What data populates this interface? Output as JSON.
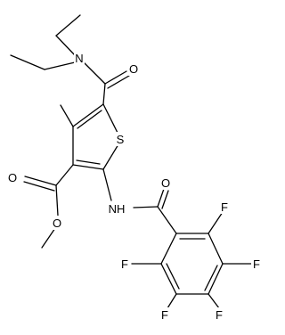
{
  "diagram": {
    "type": "chemical-structure",
    "atom_labels": [
      {
        "id": "n_amide",
        "text": "N"
      },
      {
        "id": "o_amide1",
        "text": "O"
      },
      {
        "id": "s_ring",
        "text": "S"
      },
      {
        "id": "o_ester_carbonyl",
        "text": "O"
      },
      {
        "id": "o_ester",
        "text": "O"
      },
      {
        "id": "nh_amide",
        "text": "NH"
      },
      {
        "id": "o_amide2",
        "text": "O"
      },
      {
        "id": "f1",
        "text": "F"
      },
      {
        "id": "f2",
        "text": "F"
      },
      {
        "id": "f3",
        "text": "F"
      },
      {
        "id": "f4",
        "text": "F"
      },
      {
        "id": "f5",
        "text": "F"
      }
    ]
  }
}
